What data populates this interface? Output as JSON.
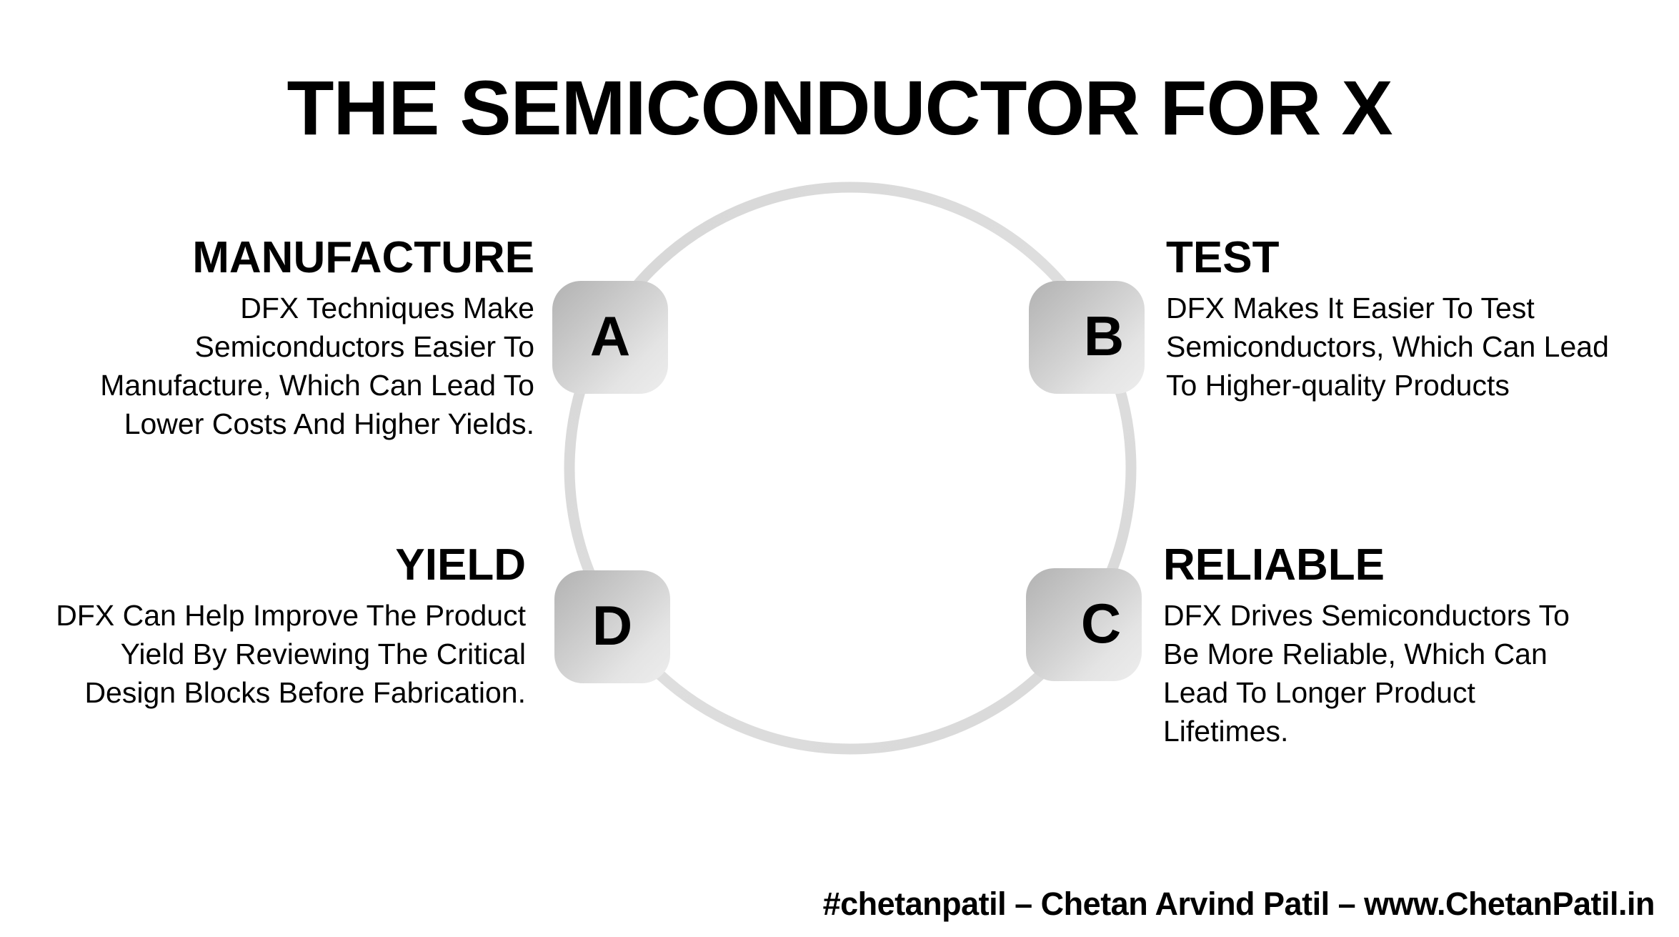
{
  "title": "THE SEMICONDUCTOR FOR X",
  "colors": {
    "ring": "#dcdcdc",
    "node_gradient_start": "#b2b2b2",
    "node_gradient_end": "#ededed",
    "text": "#000000",
    "background": "#ffffff"
  },
  "cycle": {
    "nodes": [
      {
        "id": "a",
        "letter": "A",
        "position": "top-left"
      },
      {
        "id": "b",
        "letter": "B",
        "position": "top-right"
      },
      {
        "id": "c",
        "letter": "C",
        "position": "bottom-right"
      },
      {
        "id": "d",
        "letter": "D",
        "position": "bottom-left"
      }
    ]
  },
  "quadrants": [
    {
      "key": "manufacture",
      "node": "A",
      "heading": "MANUFACTURE",
      "body": "DFX Techniques Make Semiconductors Easier To Manufacture, Which Can Lead To Lower Costs And Higher Yields.",
      "align": "right"
    },
    {
      "key": "test",
      "node": "B",
      "heading": "TEST",
      "body": "DFX Makes It Easier To Test Semiconductors, Which Can Lead To Higher-quality Products",
      "align": "left"
    },
    {
      "key": "yield",
      "node": "D",
      "heading": "YIELD",
      "body": "DFX Can Help Improve The Product Yield By Reviewing The Critical Design Blocks Before Fabrication.",
      "align": "right"
    },
    {
      "key": "reliable",
      "node": "C",
      "heading": "RELIABLE",
      "body": "DFX Drives Semiconductors To Be More Reliable, Which Can Lead To Longer Product Lifetimes.",
      "align": "left"
    }
  ],
  "footer": {
    "credit": "#chetanpatil – Chetan Arvind Patil – www.ChetanPatil.in"
  }
}
